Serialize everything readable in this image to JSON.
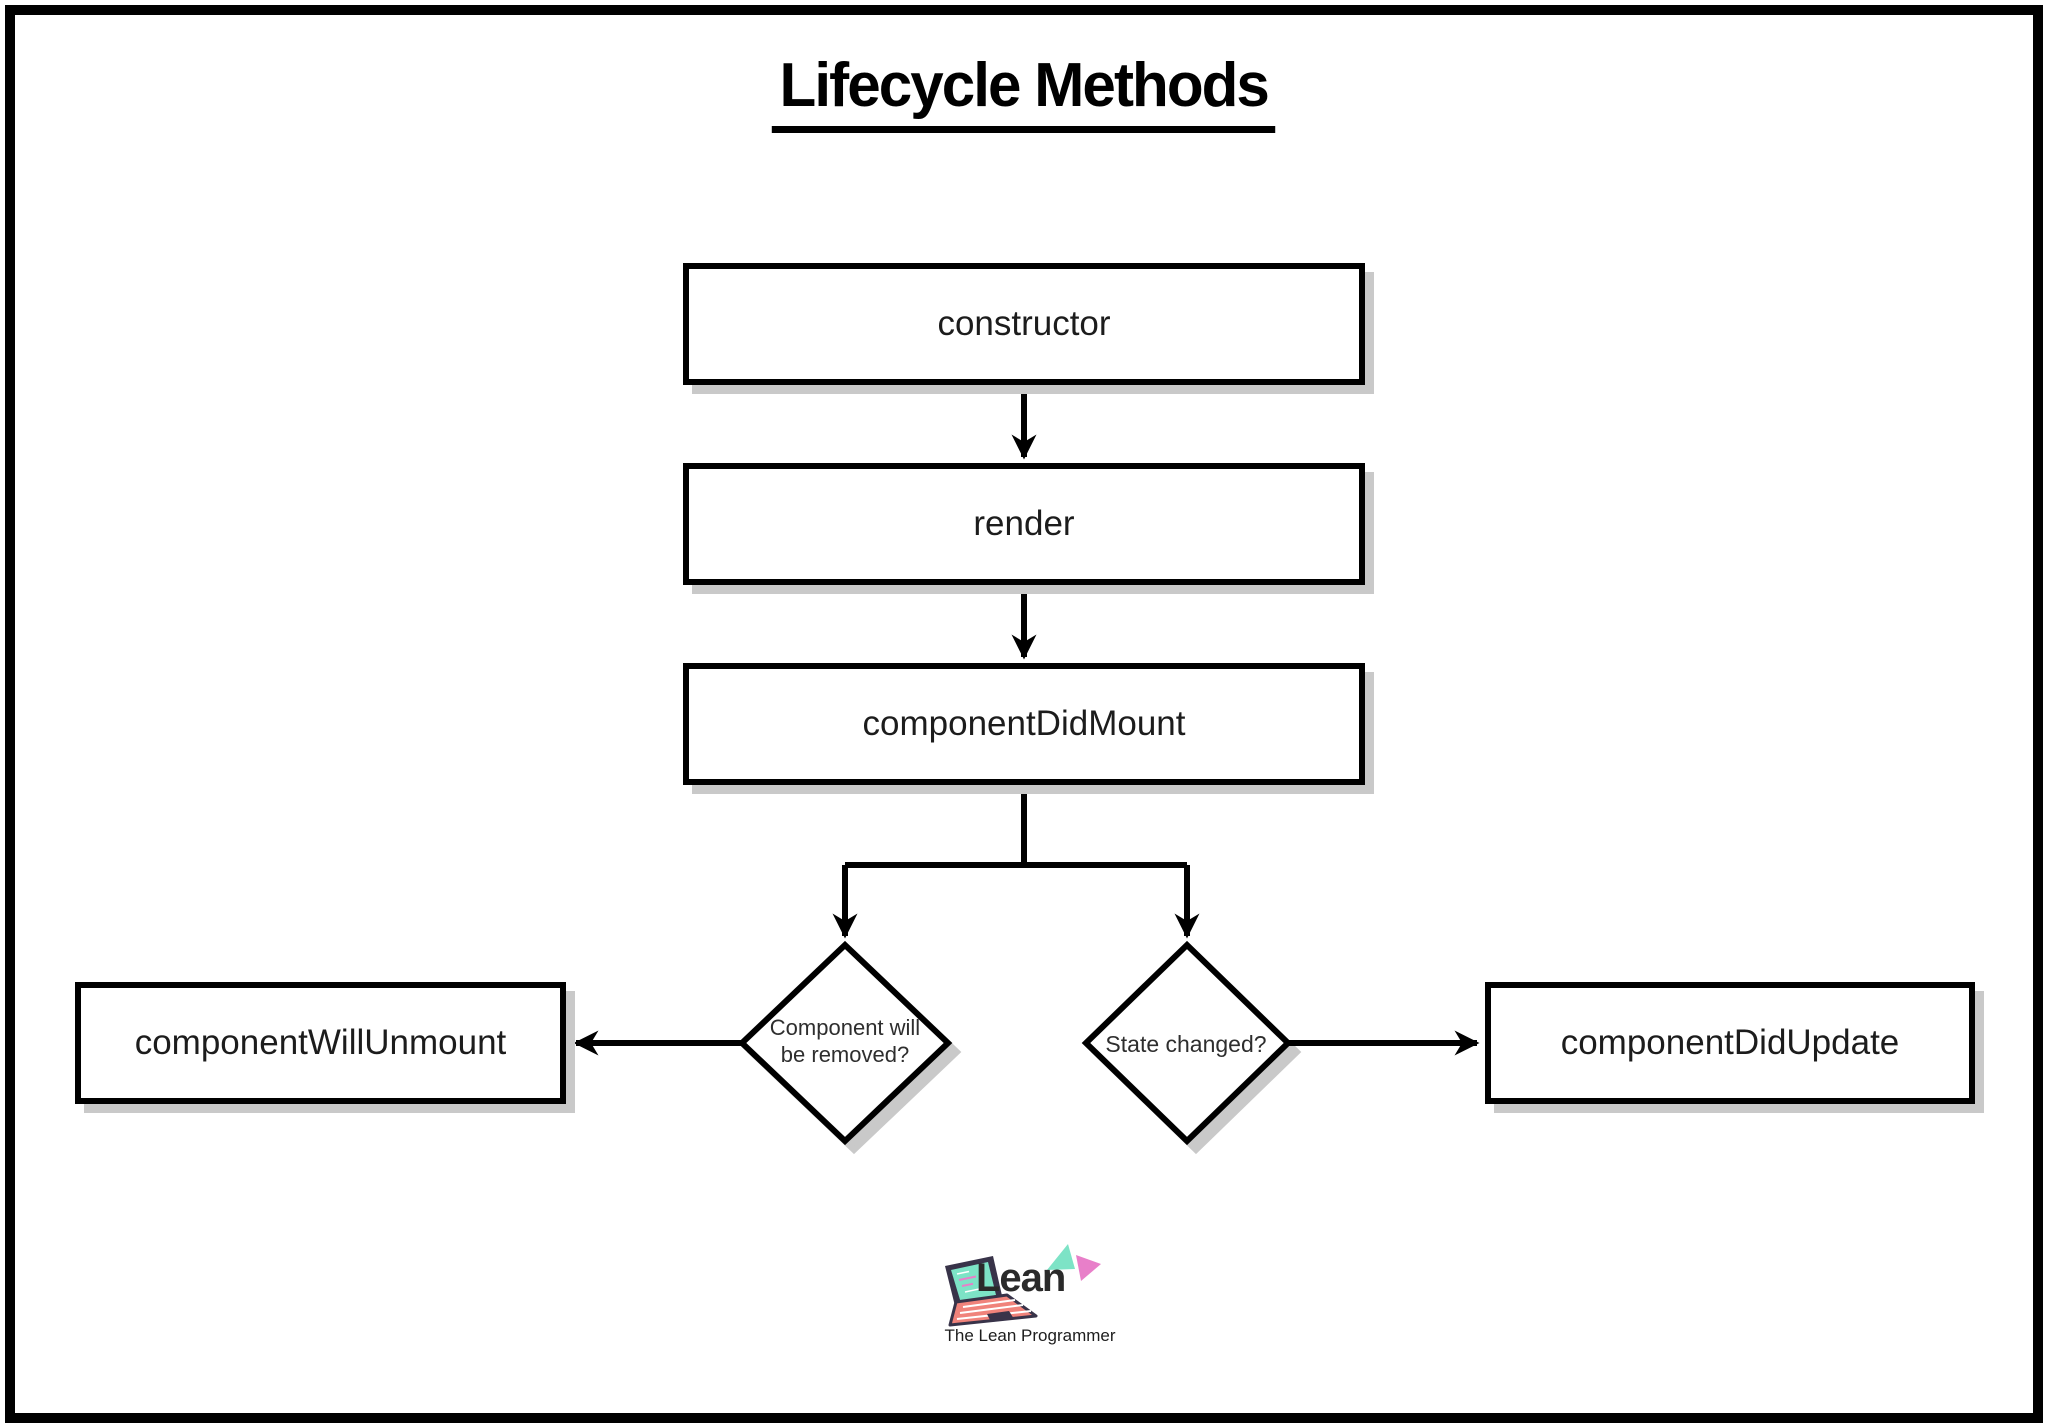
{
  "title": "Lifecycle Methods",
  "nodes": {
    "ctor": "constructor",
    "render": "render",
    "did_mount": "componentDidMount",
    "will_unmount": "componentWillUnmount",
    "did_update": "componentDidUpdate"
  },
  "decisions": {
    "will_removed": {
      "line1": "Component will",
      "line2": "be removed?"
    },
    "state_changed": {
      "label": "State changed?"
    }
  },
  "logo": {
    "brand": "Lean",
    "tagline": "The Lean Programmer"
  },
  "colors": {
    "line": "#000000",
    "node_border": "#000000",
    "node_fill": "#ffffff",
    "shadow": "#c9c9c9",
    "text": "#1c1c1c",
    "logo_mint": "#7de3c6",
    "logo_pink": "#e87fc9",
    "logo_dark": "#383349",
    "logo_salmon": "#f0837b",
    "brand_text": "#2a2a2a"
  }
}
